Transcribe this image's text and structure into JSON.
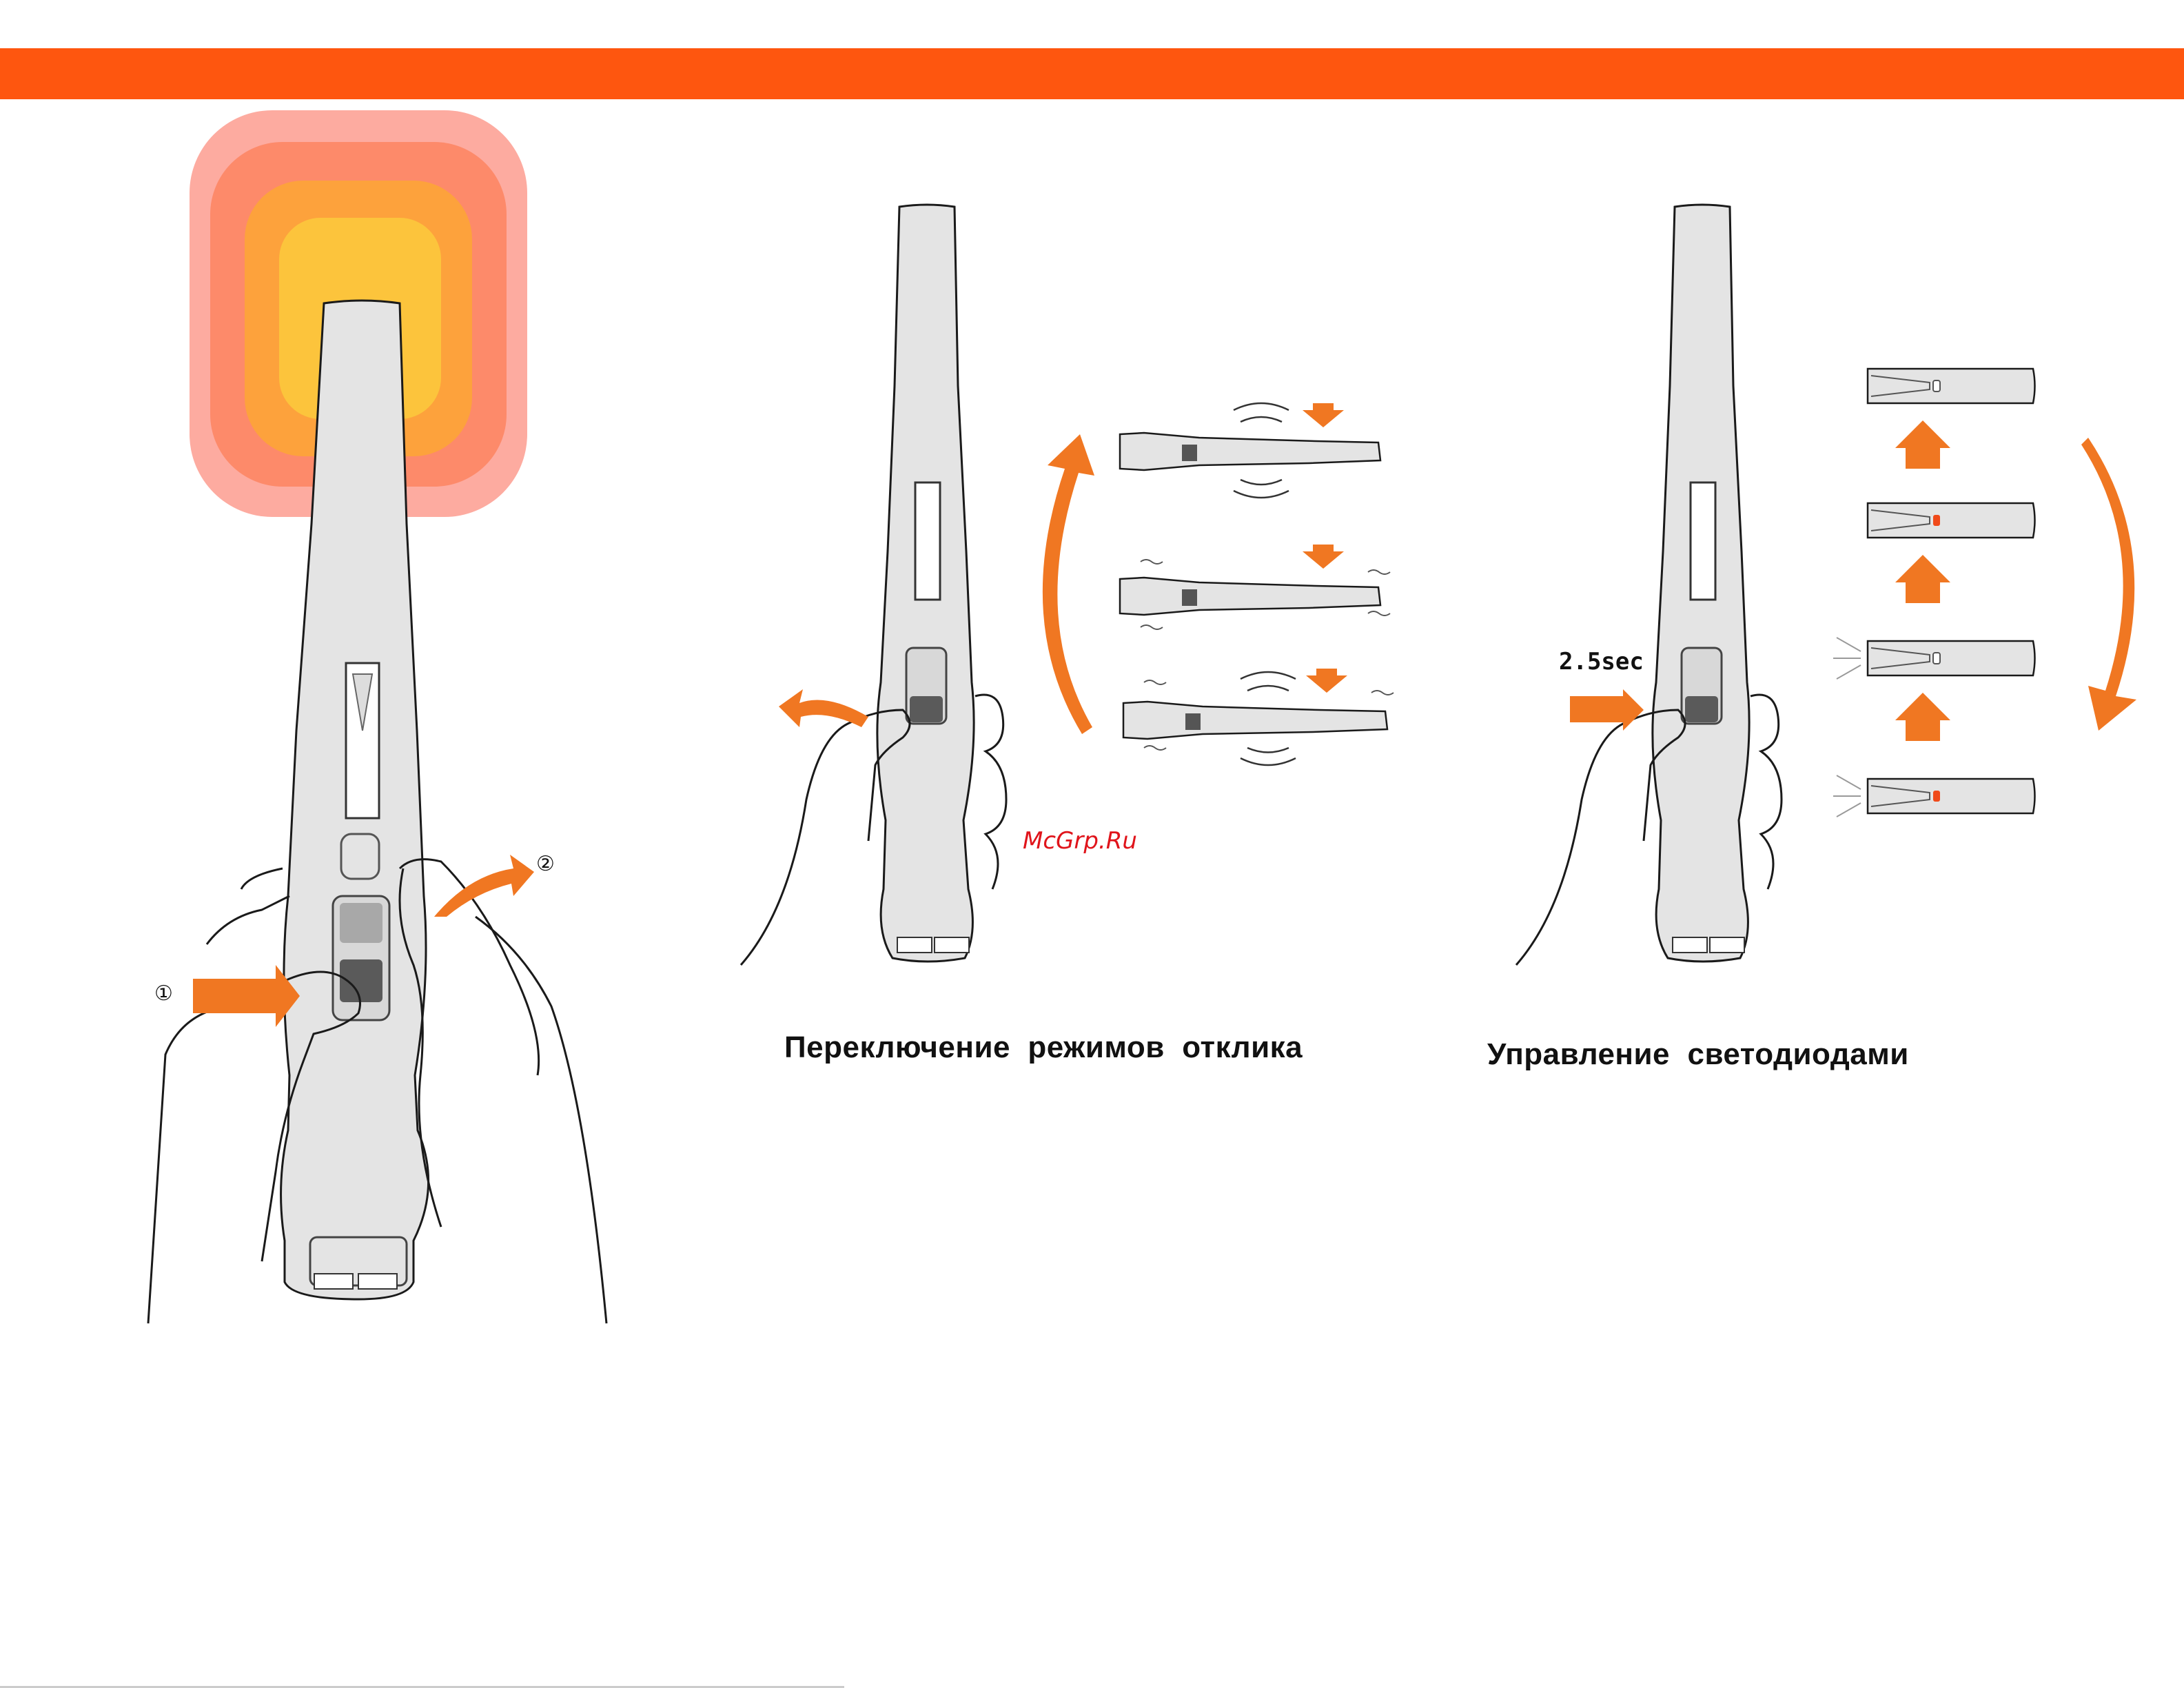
{
  "header": {
    "bar_color": "#fe560f"
  },
  "captions": {
    "response_mode_switch": "Переключение  режимов  отклика",
    "led_control": "Управление  светодиодами"
  },
  "labels": {
    "step1": "①",
    "step2": "②",
    "hold_time": "2.5sec"
  },
  "watermark": "McGrp.Ru",
  "colors": {
    "accent_orange": "#f07722",
    "device_gray": "#e4e4e4",
    "glow_inner": "#fcc43c",
    "glow_outer": "#fdaba0"
  },
  "icons": [
    "device-illustration",
    "hand-illustration",
    "sound-wave-icon",
    "vibration-icon",
    "led-indicator-icon",
    "orange-arrow-icon"
  ]
}
